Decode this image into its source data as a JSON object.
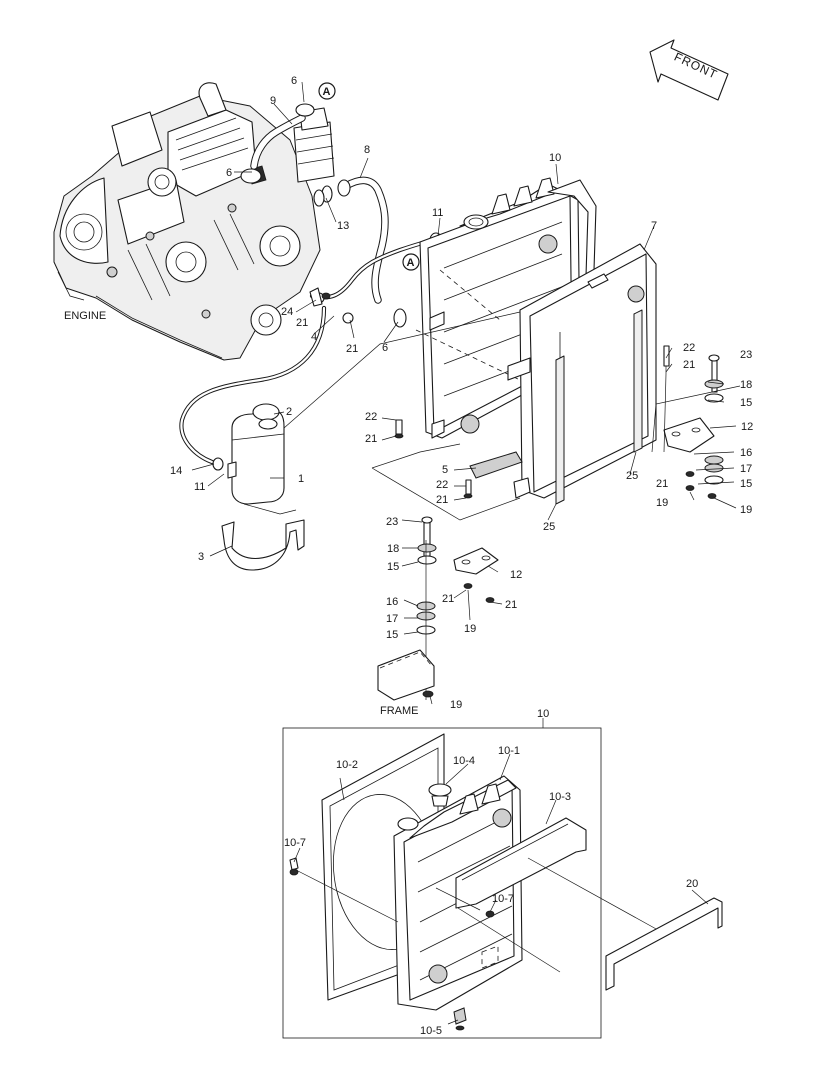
{
  "labels": {
    "front": "FRONT",
    "engine": "ENGINE",
    "frame": "FRAME",
    "ref_a": "A"
  },
  "callouts": {
    "c1": "1",
    "c2": "2",
    "c3": "3",
    "c4": "4",
    "c5": "5",
    "c6a": "6",
    "c6b": "6",
    "c6c": "6",
    "c7": "7",
    "c8": "8",
    "c9": "9",
    "c10": "10",
    "c10box": "10",
    "c11a": "11",
    "c11b": "11",
    "c12a": "12",
    "c12b": "12",
    "c13": "13",
    "c14": "14",
    "c15a": "15",
    "c15b": "15",
    "c15c": "15",
    "c15d": "15",
    "c16a": "16",
    "c16b": "16",
    "c17a": "17",
    "c17b": "17",
    "c18a": "18",
    "c18b": "18",
    "c19a": "19",
    "c19b": "19",
    "c19c": "19",
    "c19d": "19",
    "c20": "20",
    "c21a": "21",
    "c21b": "21",
    "c21c": "21",
    "c21d": "21",
    "c21e": "21",
    "c21f": "21",
    "c21g": "21",
    "c21h": "21",
    "c22a": "22",
    "c22b": "22",
    "c22c": "22",
    "c23a": "23",
    "c23b": "23",
    "c24": "24",
    "c25a": "25",
    "c25b": "25",
    "c10_1": "10-1",
    "c10_2": "10-2",
    "c10_3": "10-3",
    "c10_4": "10-4",
    "c10_5": "10-5",
    "c10_7a": "10-7",
    "c10_7b": "10-7"
  }
}
